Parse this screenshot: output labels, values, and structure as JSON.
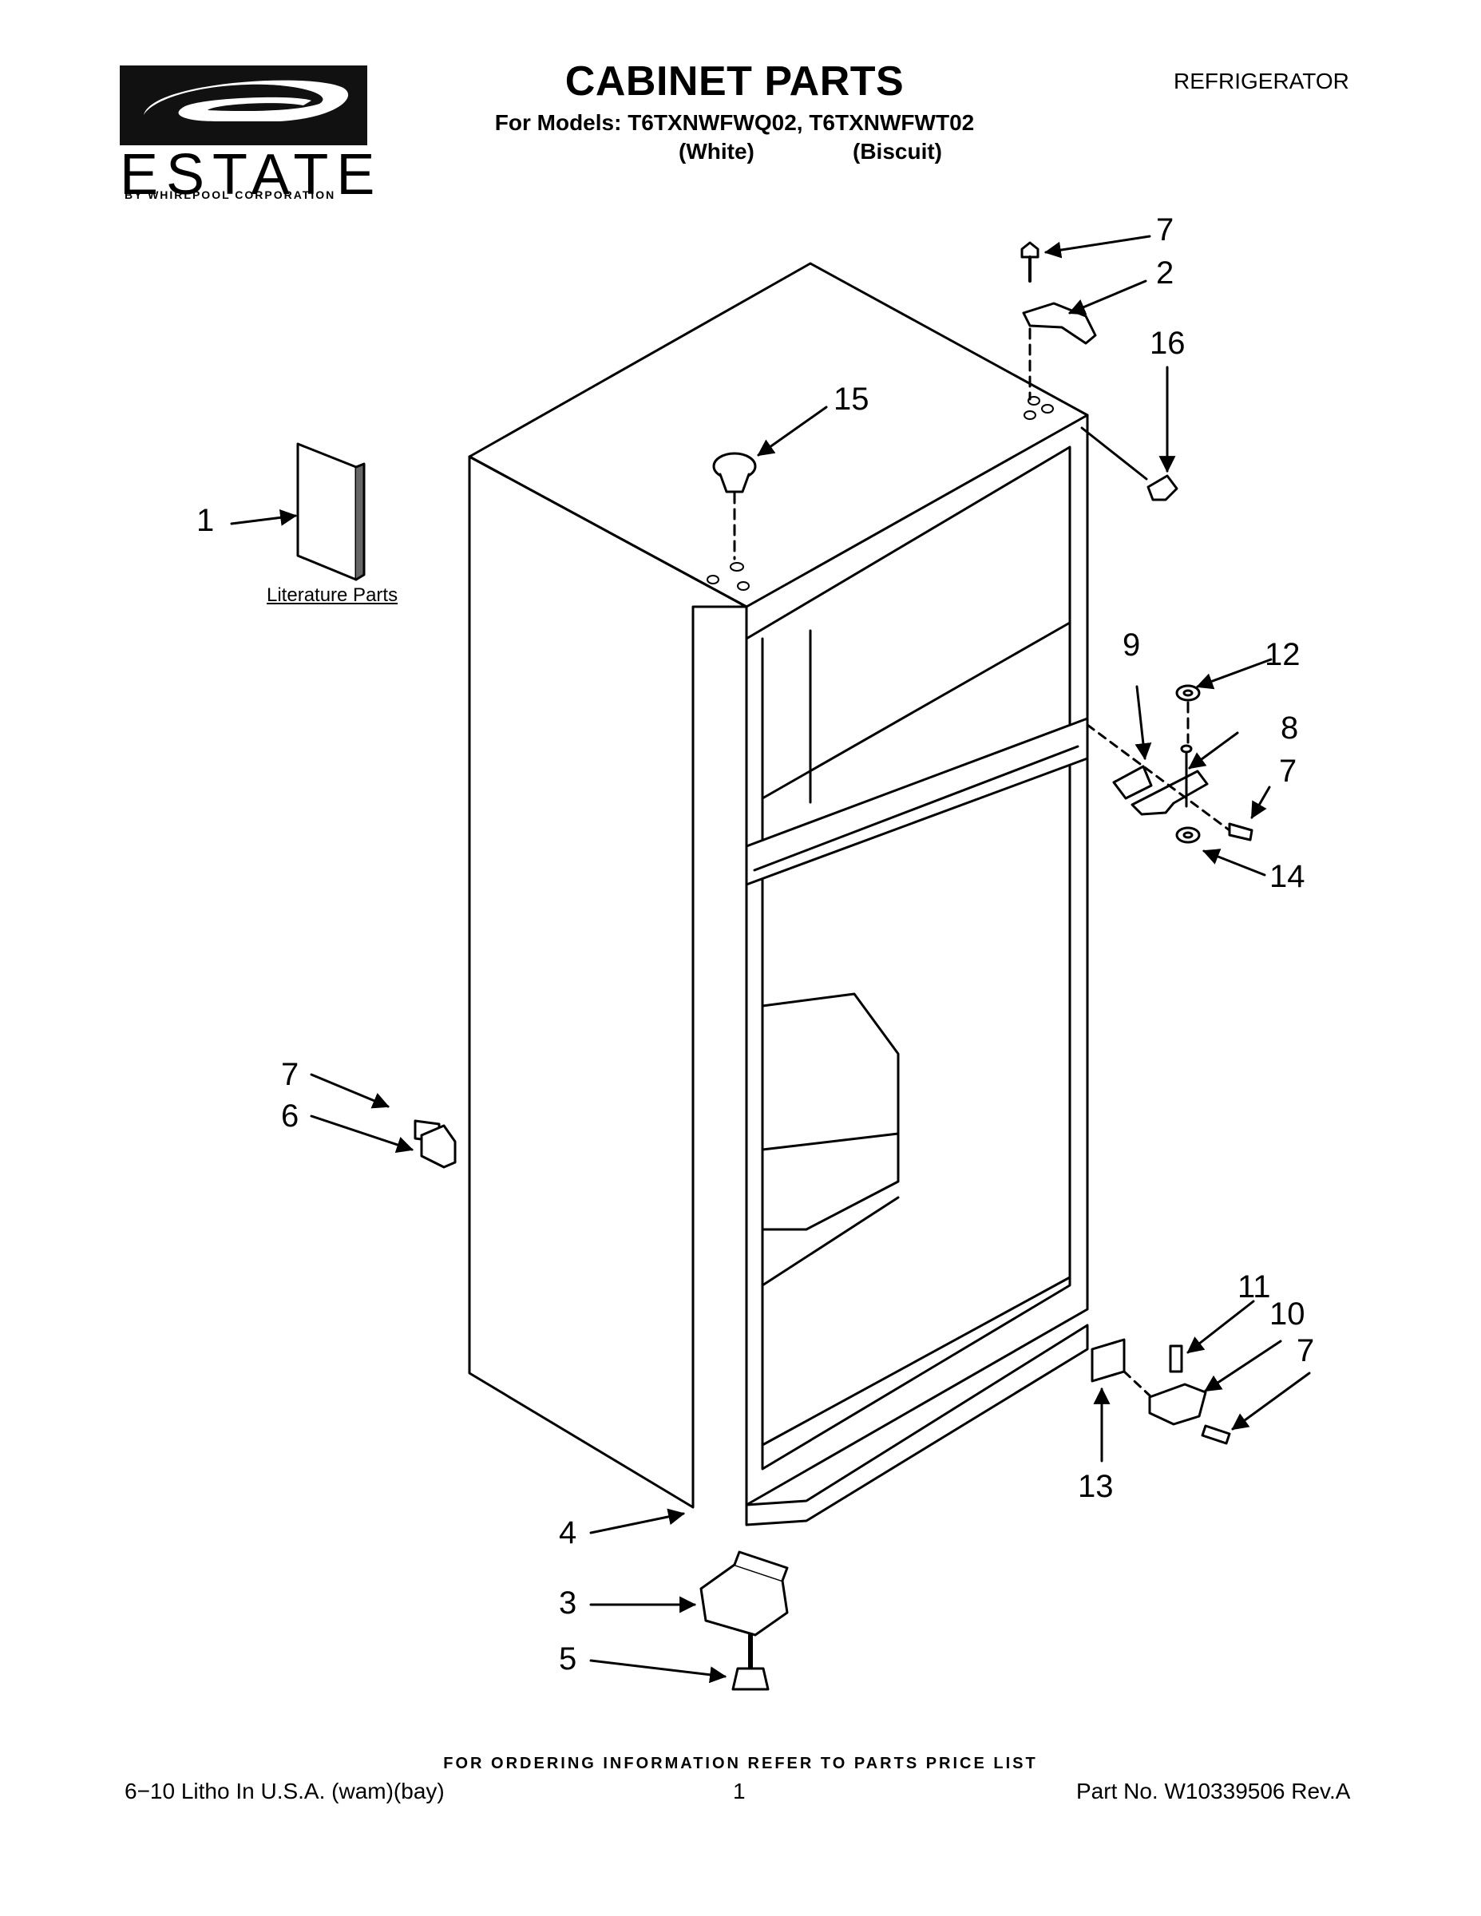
{
  "header": {
    "title": "CABINET PARTS",
    "models_line": "For Models: T6TXNWFWQ02, T6TXNWFWT02",
    "variant_1": "(White)",
    "variant_2": "(Biscuit)",
    "appliance_type": "REFRIGERATOR"
  },
  "logo": {
    "brand": "ESTATE",
    "byline": "BY WHIRLPOOL CORPORATION"
  },
  "diagram": {
    "literature_label": "Literature Parts",
    "callouts": {
      "c1": "1",
      "c2": "2",
      "c3": "3",
      "c4": "4",
      "c5": "5",
      "c6": "6",
      "c7a": "7",
      "c7b": "7",
      "c7c": "7",
      "c7d": "7",
      "c8": "8",
      "c9": "9",
      "c10": "10",
      "c11": "11",
      "c12": "12",
      "c13": "13",
      "c14": "14",
      "c15": "15",
      "c16": "16"
    }
  },
  "footer": {
    "ordering_note": "FOR ORDERING INFORMATION REFER TO PARTS PRICE LIST",
    "litho": "6−10 Litho In U.S.A. (wam)(bay)",
    "page_number": "1",
    "part_number": "Part No. W10339506 Rev.A"
  }
}
